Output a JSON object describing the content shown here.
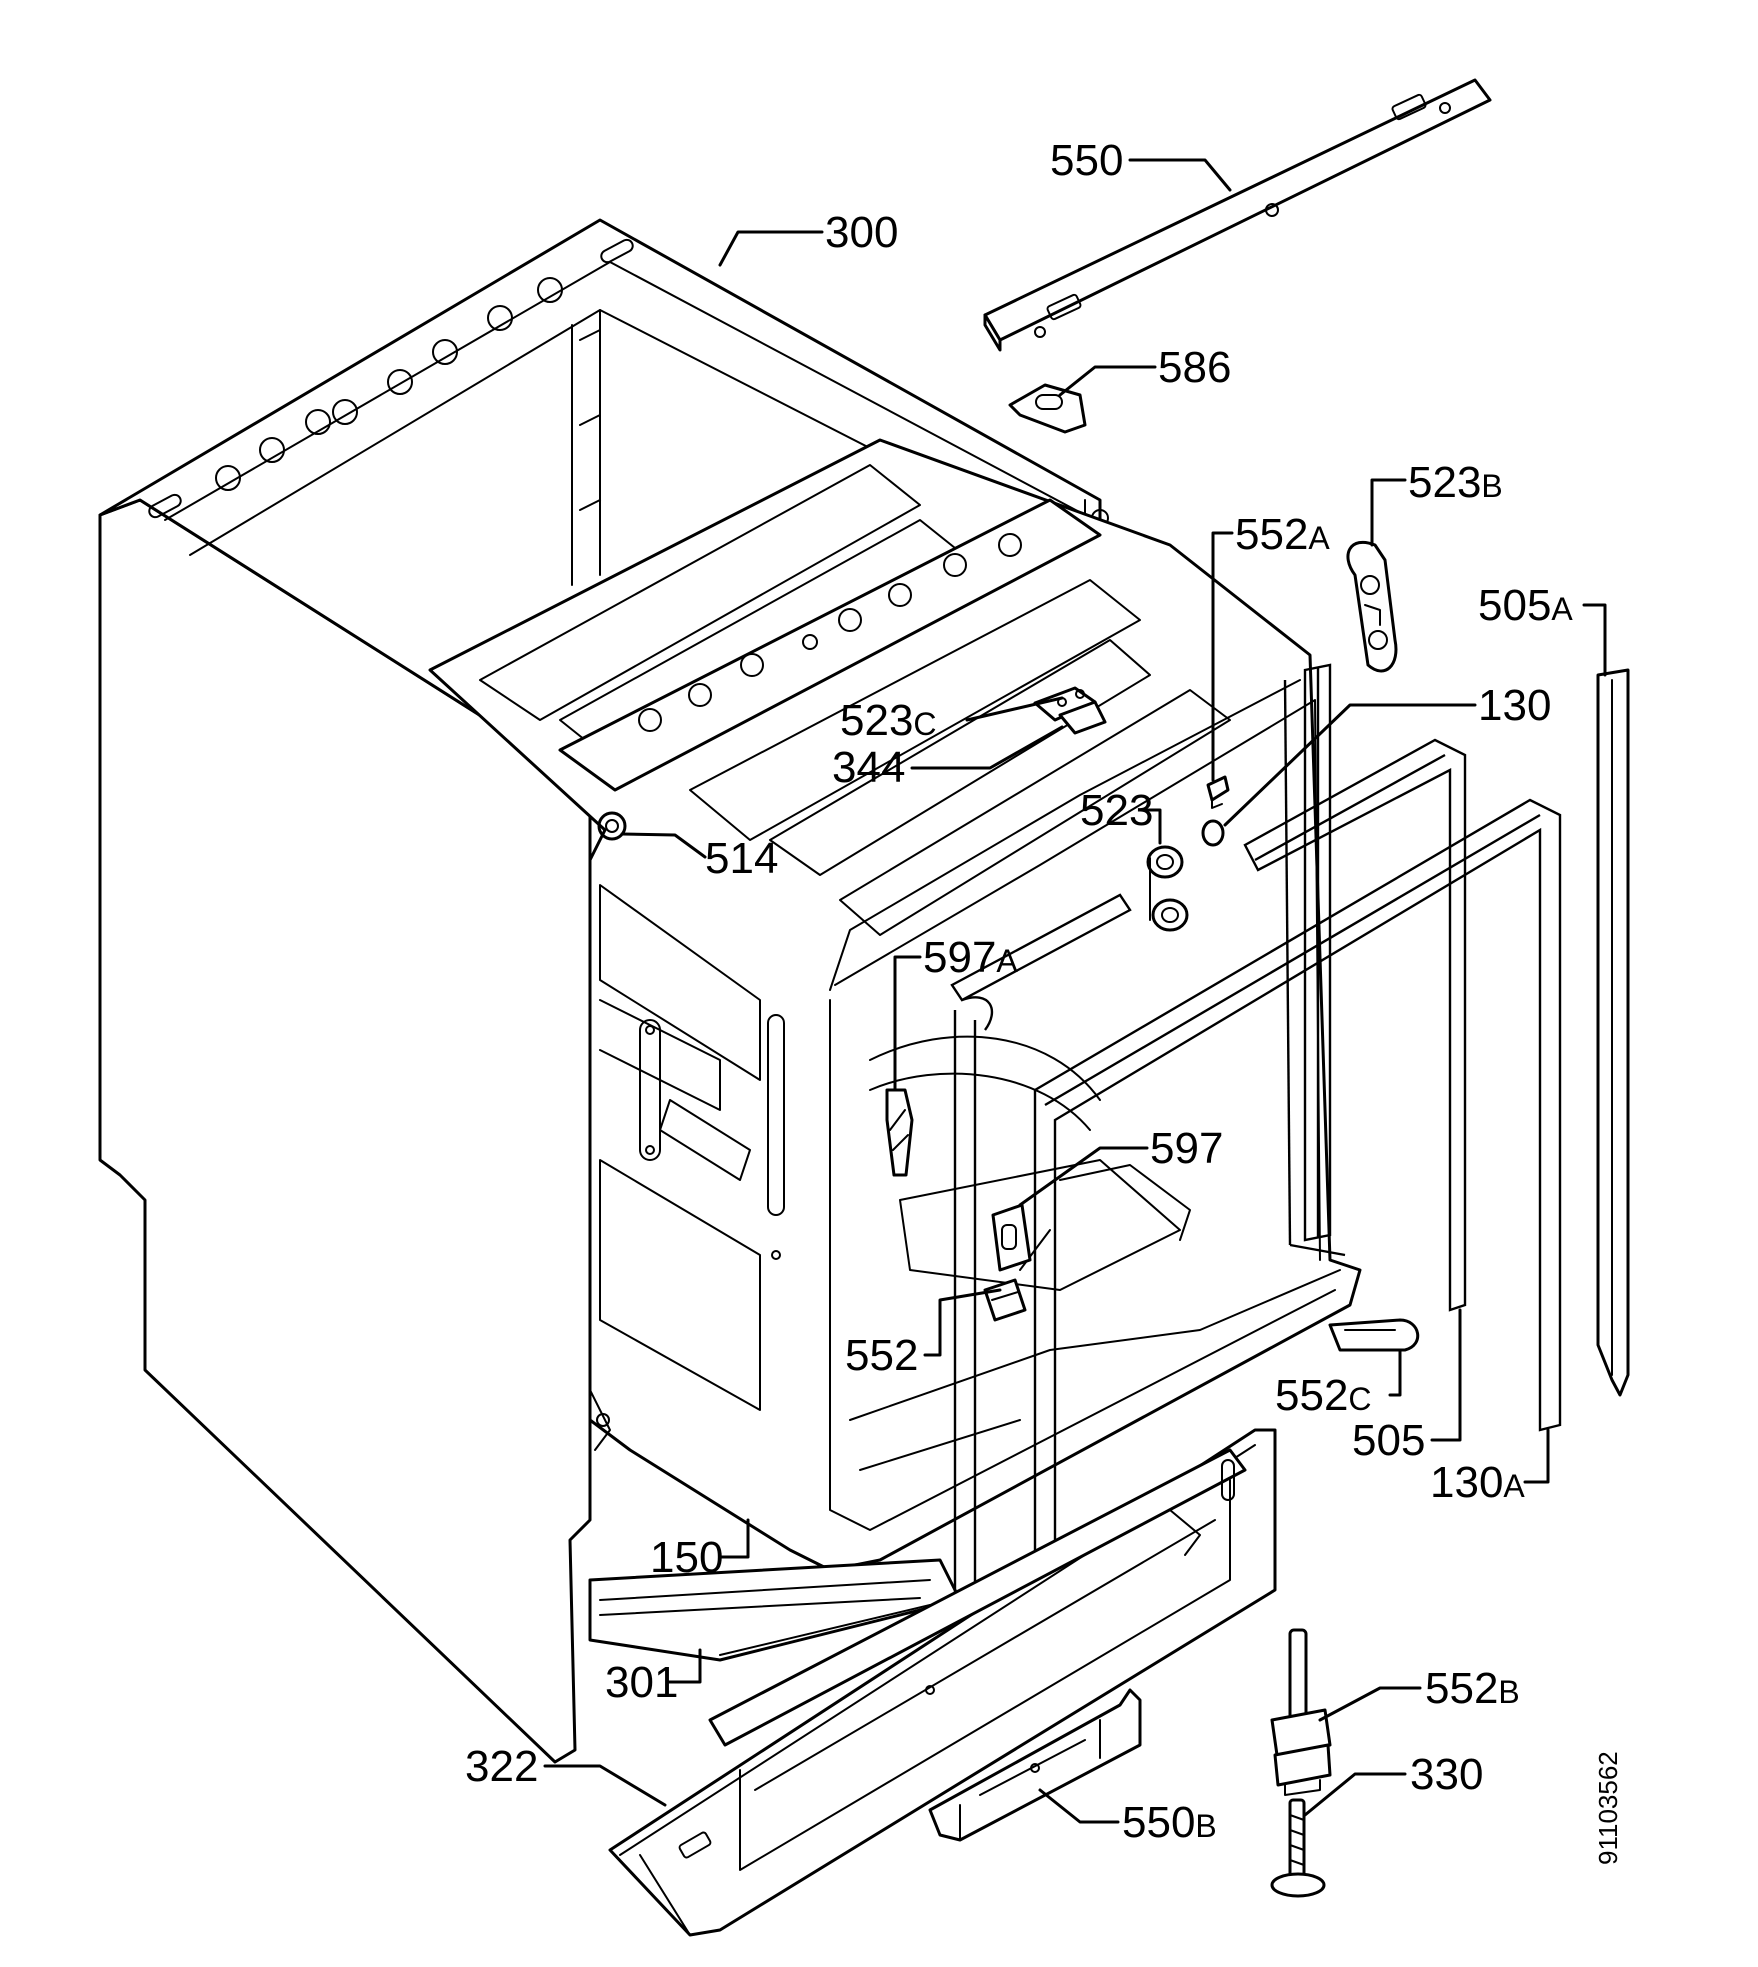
{
  "drawing_code": "91103562",
  "labels": {
    "p550": {
      "n": "550",
      "s": ""
    },
    "p300": {
      "n": "300",
      "s": ""
    },
    "p586": {
      "n": "586",
      "s": ""
    },
    "p523b": {
      "n": "523",
      "s": "B"
    },
    "p552a": {
      "n": "552",
      "s": "A"
    },
    "p505a": {
      "n": "505",
      "s": "A"
    },
    "p130": {
      "n": "130",
      "s": ""
    },
    "p523c": {
      "n": "523",
      "s": "C"
    },
    "p344": {
      "n": "344",
      "s": ""
    },
    "p523": {
      "n": "523",
      "s": ""
    },
    "p514": {
      "n": "514",
      "s": ""
    },
    "p597a": {
      "n": "597",
      "s": "A"
    },
    "p597": {
      "n": "597",
      "s": ""
    },
    "p552": {
      "n": "552",
      "s": ""
    },
    "p552c": {
      "n": "552",
      "s": "C"
    },
    "p505": {
      "n": "505",
      "s": ""
    },
    "p130a": {
      "n": "130",
      "s": "A"
    },
    "p150": {
      "n": "150",
      "s": ""
    },
    "p301": {
      "n": "301",
      "s": ""
    },
    "p552b": {
      "n": "552",
      "s": "B"
    },
    "p322": {
      "n": "322",
      "s": ""
    },
    "p330": {
      "n": "330",
      "s": ""
    },
    "p550b": {
      "n": "550",
      "s": "B"
    }
  }
}
